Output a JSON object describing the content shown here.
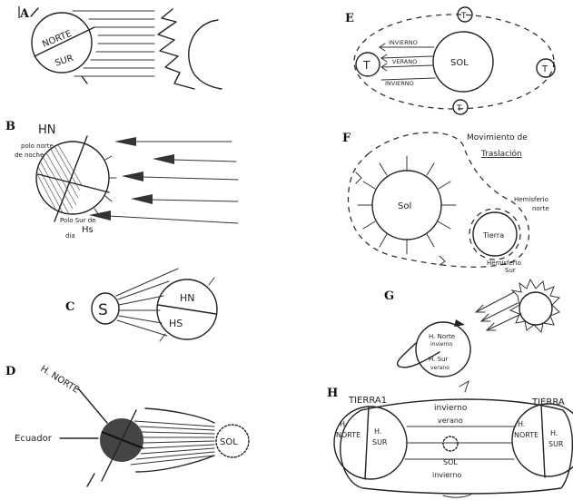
{
  "panels": {
    "A": {
      "letter": "A",
      "norte": "NORTE",
      "sur": "SUR"
    },
    "B": {
      "letter": "B",
      "hn": "HN",
      "polo_norte": "polo norte",
      "de_noche": "de noche",
      "polo_sur": "Polo Sur de",
      "dia": "día",
      "hs": "Hs"
    },
    "C": {
      "letter": "C",
      "sun": "S",
      "hn": "HN",
      "hs": "HS"
    },
    "D": {
      "letter": "D",
      "h_norte": "H. NORTE",
      "ecuador": "Ecuador",
      "sol": "SOL"
    },
    "E": {
      "letter": "E",
      "t": "T",
      "sol": "SOL",
      "invierno": "INVIERNO",
      "verano": "VERANO",
      "t_top": "T",
      "t_right": "T",
      "t_bottom": "T"
    },
    "F": {
      "letter": "F",
      "title_1": "Movimiento de",
      "title_2": "Traslación",
      "sol": "Sol",
      "tierra": "Tierra",
      "hem_norte_1": "Hemisferio",
      "hem_norte_2": "norte",
      "hem_sur_1": "Hemisferio",
      "hem_sur_2": "Sur"
    },
    "G": {
      "letter": "G",
      "h_norte_1": "H. Norte",
      "h_norte_2": "invierno",
      "h_sur_1": "H. Sur",
      "h_sur_2": "verano"
    },
    "H": {
      "letter": "H",
      "tierra_left": "TIERRA1",
      "tierra_right": "TIERRA",
      "invierno_top": "invierno",
      "verano": "verano",
      "sol": "SOL",
      "invierno_bottom": "invierno",
      "h_norte_left_1": "H.",
      "h_norte_left_2": "NORTE",
      "h_sur_left_1": "H.",
      "h_sur_left_2": "SUR",
      "h_norte_right_1": "H.",
      "h_norte_right_2": "NORTE",
      "h_sur_right_1": "H.",
      "h_sur_right_2": "SUR"
    }
  }
}
